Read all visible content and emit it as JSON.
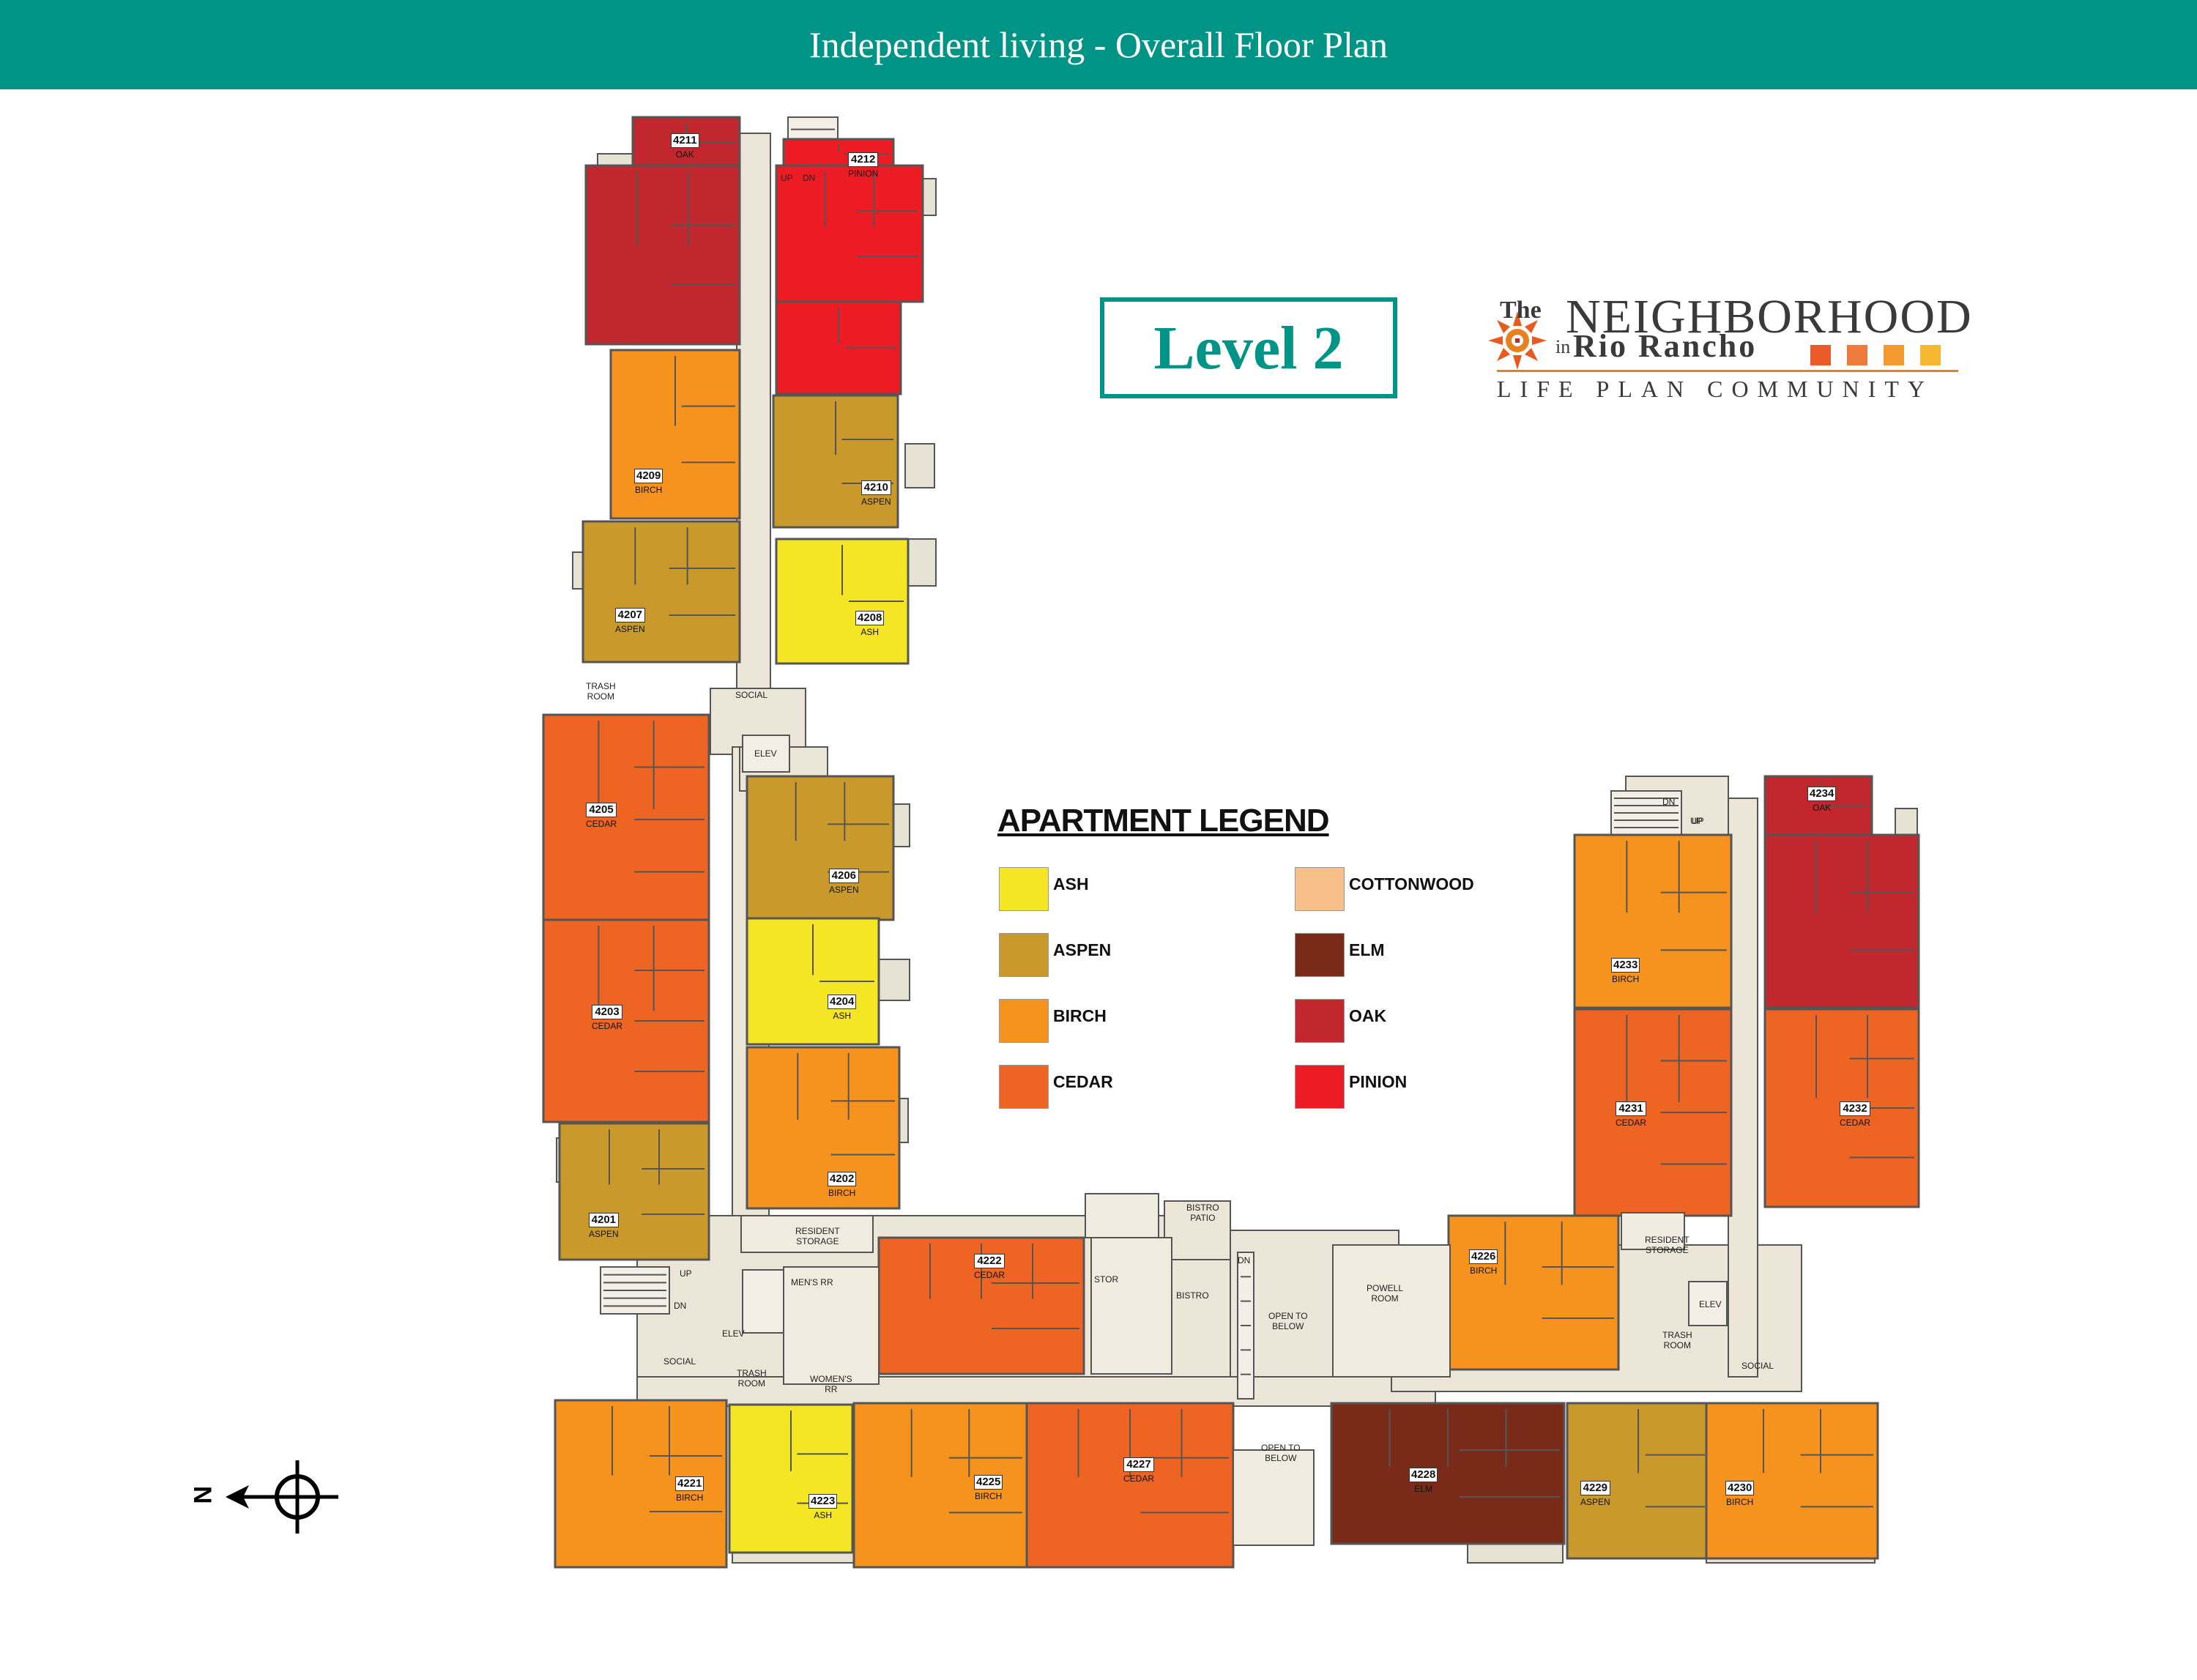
{
  "header": {
    "title": "Independent living - Overall Floor Plan"
  },
  "level": {
    "label": "Level 2"
  },
  "logo": {
    "the": "The",
    "neighborhood": "NEIGHBORHOOD",
    "in": "in",
    "rio": "Rio Rancho",
    "tagline": "LIFE PLAN COMMUNITY"
  },
  "legend": {
    "title": "APARTMENT LEGEND",
    "items": [
      {
        "name": "ASH",
        "color": "#f5e625"
      },
      {
        "name": "ASPEN",
        "color": "#c99a2b"
      },
      {
        "name": "BIRCH",
        "color": "#f6921e"
      },
      {
        "name": "CEDAR",
        "color": "#ee6423"
      },
      {
        "name": "COTTONWOOD",
        "color": "#f7c08a"
      },
      {
        "name": "ELM",
        "color": "#792a18"
      },
      {
        "name": "OAK",
        "color": "#c1272d"
      },
      {
        "name": "PINION",
        "color": "#ed1c24"
      }
    ]
  },
  "colors": {
    "corridor": "#ece6d8",
    "wall": "#555555",
    "header_bg": "#009486"
  },
  "units": [
    {
      "num": "4211",
      "type": "OAK"
    },
    {
      "num": "4212",
      "type": "PINION"
    },
    {
      "num": "4209",
      "type": "BIRCH"
    },
    {
      "num": "4210",
      "type": "ASPEN"
    },
    {
      "num": "4207",
      "type": "ASPEN"
    },
    {
      "num": "4208",
      "type": "ASH"
    },
    {
      "num": "4205",
      "type": "CEDAR"
    },
    {
      "num": "4206",
      "type": "ASPEN"
    },
    {
      "num": "4203",
      "type": "CEDAR"
    },
    {
      "num": "4204",
      "type": "ASH"
    },
    {
      "num": "4201",
      "type": "ASPEN"
    },
    {
      "num": "4202",
      "type": "BIRCH"
    },
    {
      "num": "4222",
      "type": "CEDAR"
    },
    {
      "num": "4226",
      "type": "BIRCH"
    },
    {
      "num": "4221",
      "type": "BIRCH"
    },
    {
      "num": "4223",
      "type": "ASH"
    },
    {
      "num": "4225",
      "type": "BIRCH"
    },
    {
      "num": "4227",
      "type": "CEDAR"
    },
    {
      "num": "4228",
      "type": "ELM"
    },
    {
      "num": "4229",
      "type": "ASPEN"
    },
    {
      "num": "4230",
      "type": "BIRCH"
    },
    {
      "num": "4231",
      "type": "CEDAR"
    },
    {
      "num": "4232",
      "type": "CEDAR"
    },
    {
      "num": "4233",
      "type": "BIRCH"
    },
    {
      "num": "4234",
      "type": "OAK"
    }
  ],
  "rooms": [
    "UP",
    "DN",
    "TRASH\nROOM",
    "SOCIAL",
    "ELEV",
    "RESIDENT\nSTORAGE",
    "MEN'S RR",
    "UP",
    "DN",
    "ELEV",
    "SOCIAL",
    "TRASH\nROOM",
    "WOMEN'S\nRR",
    "BISTRO\nPATIO",
    "STOR",
    "BISTRO",
    "DN",
    "OPEN TO\nBELOW",
    "POWELL\nROOM",
    "OPEN TO\nBELOW",
    "RESIDENT\nSTORAGE",
    "UP",
    "ELEV",
    "TRASH\nROOM",
    "SOCIAL",
    "DN",
    "UP"
  ],
  "compass": {
    "north_label": "N"
  }
}
